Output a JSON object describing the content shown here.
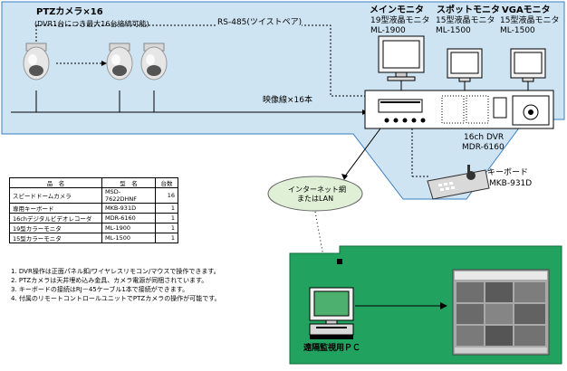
{
  "colors": {
    "region_blue": "#cfe4f3",
    "region_green": "#21a25f",
    "cloud_green": "#dff0d6"
  },
  "camera": {
    "title": "PTZカメラ×16",
    "subtitle": "(DVR1台につき最大16台接続可能)"
  },
  "links": {
    "rs485": "RS-485(ツイストペア)",
    "video": "映像線×16本"
  },
  "monitors": [
    {
      "title": "メインモニタ",
      "size": "19型液晶モニタ",
      "model": "ML-1900"
    },
    {
      "title": "スポットモニタ",
      "size": "15型液晶モニタ",
      "model": "ML-1500"
    },
    {
      "title": "VGAモニタ",
      "size": "15型液晶モニタ",
      "model": "ML-1500"
    }
  ],
  "dvr": {
    "line1": "16ch DVR",
    "line2": "MDR-6160"
  },
  "keyboard": {
    "line1": "キーボード",
    "line2": "MKB-931D"
  },
  "internet": {
    "line1": "インターネット網",
    "line2": "またはLAN"
  },
  "pc": {
    "label": "遠隔監視用ＰＣ"
  },
  "table": {
    "headers": [
      "品　名",
      "型　名",
      "台数"
    ],
    "rows": [
      [
        "スピードドームカメラ",
        "MSD-7622DHNF",
        "16"
      ],
      [
        "専用キーボード",
        "MKB-931D",
        "1"
      ],
      [
        "16chデジタルビデオレコーダ",
        "MDR-6160",
        "1"
      ],
      [
        "19型カラーモニタ",
        "ML-1900",
        "1"
      ],
      [
        "15型カラーモニタ",
        "ML-1500",
        "1"
      ]
    ]
  },
  "notes": [
    "1. DVR操作は正面パネル釦/ワイヤレスリモコン/マウスで操作できます。",
    "2. PTZカメラは天井埋め込み金具、カメラ電源が同梱されています。",
    "3. キーボードの接続はRJ－45ケーブル1本で接続ができます。",
    "4. 付属のリモートコントロールユニットでPTZカメラの操作が可能です。"
  ]
}
